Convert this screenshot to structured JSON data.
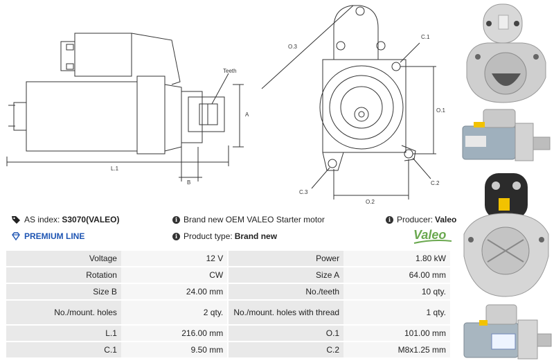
{
  "drawing": {
    "labels": {
      "teeth": "Teeth",
      "a": "A",
      "l1": "L.1",
      "b": "B",
      "o3": "O.3",
      "c1": "C.1",
      "o1": "O.1",
      "c3": "C.3",
      "c2": "C.2",
      "o2": "O.2"
    }
  },
  "info": {
    "as_index_label": "AS index:",
    "as_index_value": "S3070(VALEO)",
    "premium_line": "PREMIUM LINE",
    "description": "Brand new OEM VALEO Starter motor",
    "product_type_label": "Product type:",
    "product_type_value": "Brand new",
    "producer_label": "Producer:",
    "producer_value": "Valeo",
    "logo_text": "Valeo"
  },
  "specs": [
    {
      "label1": "Voltage",
      "value1": "12 V",
      "label2": "Power",
      "value2": "1.80 kW"
    },
    {
      "label1": "Rotation",
      "value1": "CW",
      "label2": "Size A",
      "value2": "64.00 mm"
    },
    {
      "label1": "Size B",
      "value1": "24.00 mm",
      "label2": "No./teeth",
      "value2": "10 qty."
    },
    {
      "label1": "No./mount. holes",
      "value1": "2 qty.",
      "label2": "No./mount. holes with thread",
      "value2": "1 qty."
    },
    {
      "label1": "L.1",
      "value1": "216.00 mm",
      "label2": "O.1",
      "value2": "101.00 mm"
    },
    {
      "label1": "C.1",
      "value1": "9.50 mm",
      "label2": "C.2",
      "value2": "M8x1.25 mm"
    }
  ],
  "colors": {
    "premium": "#1e55b3",
    "valeo_green": "#6aa84f",
    "table_label_bg": "#e9e9e9",
    "table_value_bg": "#f6f6f6"
  }
}
